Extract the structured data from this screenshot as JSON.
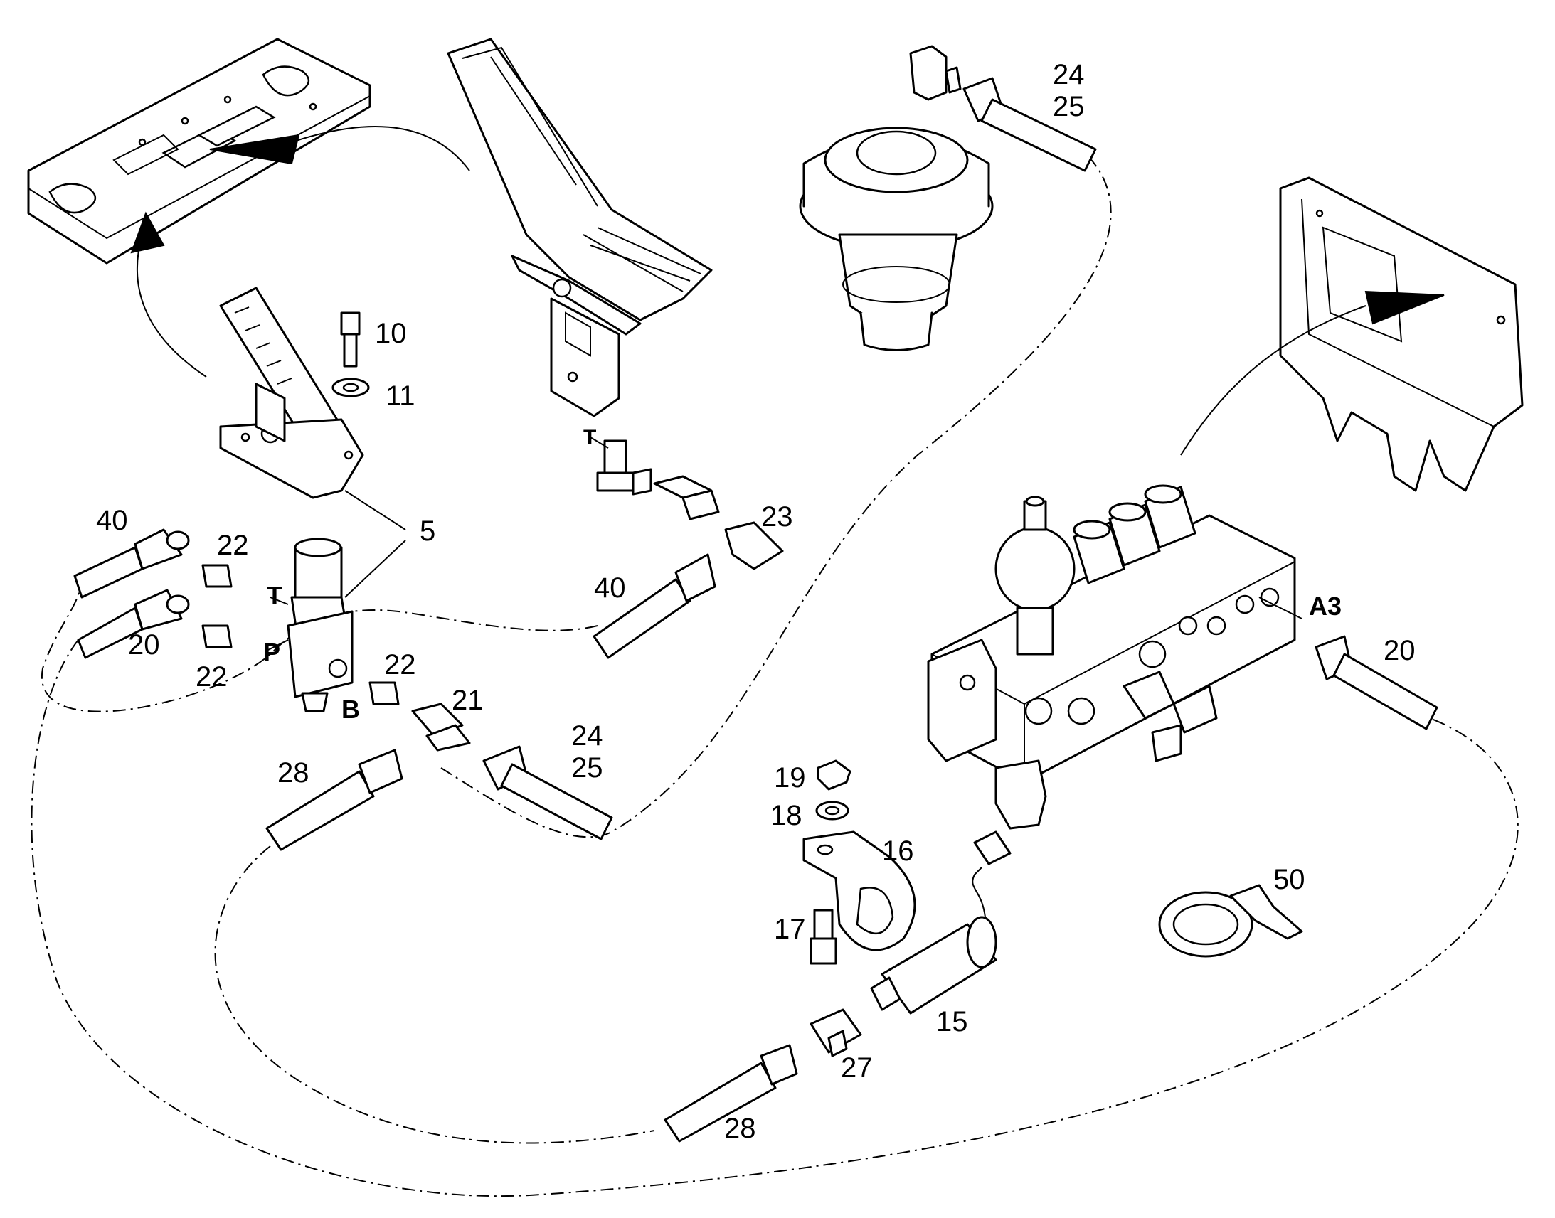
{
  "callouts": {
    "c10": "10",
    "c11": "11",
    "c5": "5",
    "c40a": "40",
    "c22a": "22",
    "c20a": "20",
    "c22b": "22",
    "c22c": "22",
    "c21": "21",
    "c23": "23",
    "c40b": "40",
    "c24a": "24",
    "c25a": "25",
    "c24b": "24",
    "c25b": "25",
    "c28a": "28",
    "c28b": "28",
    "c27": "27",
    "c15": "15",
    "c16": "16",
    "c17": "17",
    "c18": "18",
    "c19": "19",
    "c20b": "20",
    "c50": "50"
  },
  "ports": {
    "t_valve": "T",
    "p_valve": "P",
    "b_valve": "B",
    "t_pedal": "T",
    "a3": "A3"
  }
}
